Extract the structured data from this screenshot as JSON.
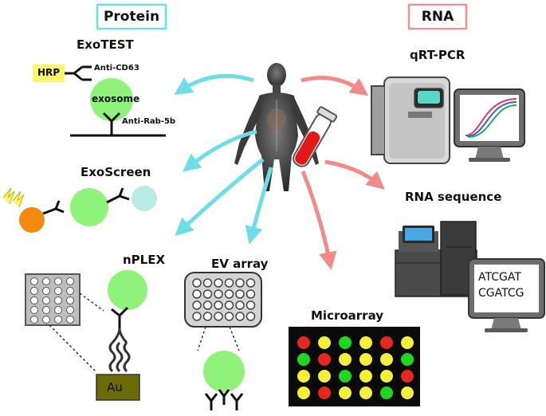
{
  "headers": {
    "protein": "Protein",
    "rna": "RNA"
  },
  "colors": {
    "protein_arrow": "#6fdde8",
    "rna_arrow": "#f28a8a",
    "protein_border": "#5fe3ec",
    "rna_border": "#f09090",
    "vesicle": "#8ff27a",
    "hrp": "#fbf56a",
    "gold": "#6b6b0a"
  },
  "exotest": {
    "title": "ExoTEST",
    "hrp": "HRP",
    "anti_cd63": "Anti-CD63",
    "exosome": "exosome",
    "anti_rab": "Anti-Rab-5b"
  },
  "exoscreen": {
    "title": "ExoScreen"
  },
  "nplex": {
    "title": "nPLEX",
    "gold": "Au"
  },
  "ev_array": {
    "title": "EV array"
  },
  "qrtpcr": {
    "title": "qRT-PCR"
  },
  "rnaseq": {
    "title": "RNA sequence",
    "seq_line1": "ATCGAT",
    "seq_line2": "CGATCG"
  },
  "microarray": {
    "title": "Microarray",
    "spots": [
      [
        "red",
        "yellow",
        "green",
        "yellow",
        "red",
        "yellow"
      ],
      [
        "green",
        "red",
        "yellow",
        "yellow",
        "yellow",
        "green"
      ],
      [
        "yellow",
        "yellow",
        "green",
        "yellow",
        "yellow",
        "red"
      ],
      [
        "yellow",
        "red",
        "yellow",
        "yellow",
        "green",
        "yellow"
      ]
    ]
  }
}
